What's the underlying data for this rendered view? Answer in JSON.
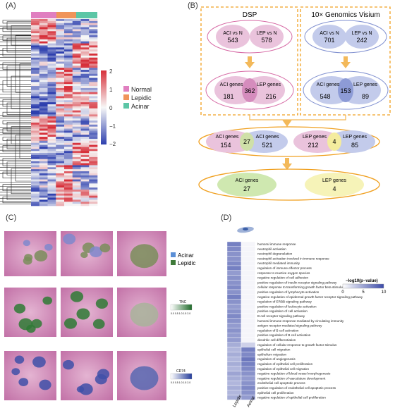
{
  "panels": {
    "a": "(A)",
    "b": "(B)",
    "c": "(C)",
    "d": "(D)"
  },
  "heatmap": {
    "scale_ticks": [
      "2",
      "1",
      "0",
      "−1",
      "−2"
    ],
    "legend": [
      {
        "label": "Normal",
        "color": "#e07fc0"
      },
      {
        "label": "Lepidic",
        "color": "#f0945a"
      },
      {
        "label": "Acinar",
        "color": "#5cc6a6"
      }
    ]
  },
  "flow": {
    "dsp_title": "DSP",
    "visium_title": "10× Genomics Visium",
    "dsp_aci_vs_n_label": "ACI vs N",
    "dsp_aci_vs_n_value": "543",
    "dsp_lep_vs_n_label": "LEP vs N",
    "dsp_lep_vs_n_value": "578",
    "vis_aci_vs_n_label": "ACI vs N",
    "vis_aci_vs_n_value": "701",
    "vis_lep_vs_n_label": "LEP vs N",
    "vis_lep_vs_n_value": "242",
    "dsp_aci_genes_label": "ACI genes",
    "dsp_lep_genes_label": "LEP genes",
    "dsp_left": "181",
    "dsp_mid": "362",
    "dsp_right": "216",
    "vis_aci_genes_label": "ACI genes",
    "vis_lep_genes_label": "LEP genes",
    "vis_left": "548",
    "vis_mid": "153",
    "vis_right": "89",
    "aci_compare_left_label": "ACI genes",
    "aci_compare_right_label": "ACI genes",
    "aci_compare_left": "154",
    "aci_compare_mid": "27",
    "aci_compare_right": "521",
    "lep_compare_left_label": "LEP genes",
    "lep_compare_right_label": "LEP genes",
    "lep_compare_left": "212",
    "lep_compare_mid": "4",
    "lep_compare_right": "85",
    "final_aci_label": "ACI genes",
    "final_aci_value": "27",
    "final_lep_label": "LEP genes",
    "final_lep_value": "4"
  },
  "histology": {
    "legend": [
      {
        "label": "Acinar",
        "color": "#5b8fd6"
      },
      {
        "label": "Lepidic",
        "color": "#3f7a3a"
      }
    ],
    "tnc_label": "TNC",
    "cd74_label": "CD74",
    "scale_ticks": "0.0  0.5  1.0  1.5  2.0"
  },
  "go": {
    "colorbar_title": "−log10(p−value)",
    "colorbar_ticks": [
      "0",
      "5",
      "10"
    ],
    "columns": [
      "Lepidic",
      "Acinar"
    ],
    "terms": [
      "humoral immune response",
      "neutrophil activation",
      "neutrophil degranulation",
      "neutrophil activation involved in immune response",
      "neutrophil mediated immunity",
      "regulation of immune effector process",
      "response to reactive oxygen species",
      "negative regulation of cell adhesion",
      "positive regulation of insulin receptor signaling pathway",
      "cellular response to transforming growth factor beta stimulus",
      "positive regulation of lymphocyte activation",
      "negative regulation of epidermal growth factor receptor signaling pathway",
      "regulation of ERBB signaling pathway",
      "positive regulation of leukocyte activation",
      "positive regulation of cell activation",
      "B cell receptor signaling pathway",
      "humoral immune response mediated by circulating immunity",
      "antigen receptor-mediated signaling pathway",
      "regulation of B cell activation",
      "positive regulation of B cell activation",
      "dendritic cell differentiation",
      "regulation of cellular response to growth factor stimulus",
      "epithelial cell migration",
      "epithelium migration",
      "regulation of angiogenesis",
      "regulation of epithelial cell proliferation",
      "regulation of epithelial cell migration",
      "negative regulation of blood vessel morphogenesis",
      "negative regulation of vasculature development",
      "endothelial cell apoptotic process",
      "positive regulation of endothelial cell apoptotic process",
      "epithelial cell proliferation",
      "negative regulation of epithelial cell proliferation"
    ],
    "lepidic_level": [
      0.7,
      0.65,
      0.6,
      0.6,
      0.65,
      0.7,
      0.55,
      0.6,
      0.6,
      0.65,
      0.6,
      0.7,
      0.6,
      0.55,
      0.6,
      0.65,
      0.6,
      0.55,
      0.6,
      0.55,
      0.55,
      0.45,
      0.4,
      0.45,
      0.4,
      0.45,
      0.4,
      0.5,
      0.45,
      0.4,
      0.45,
      0.4,
      0.45
    ],
    "acinar_level": [
      0.05,
      0.05,
      0.05,
      0.05,
      0.05,
      0.05,
      0.05,
      0.05,
      0.05,
      0.05,
      0.05,
      0.05,
      0.05,
      0.05,
      0.05,
      0.05,
      0.05,
      0.05,
      0.05,
      0.05,
      0.05,
      0.25,
      0.7,
      0.65,
      0.75,
      0.7,
      0.65,
      0.6,
      0.55,
      0.6,
      0.65,
      0.6,
      0.55
    ]
  }
}
